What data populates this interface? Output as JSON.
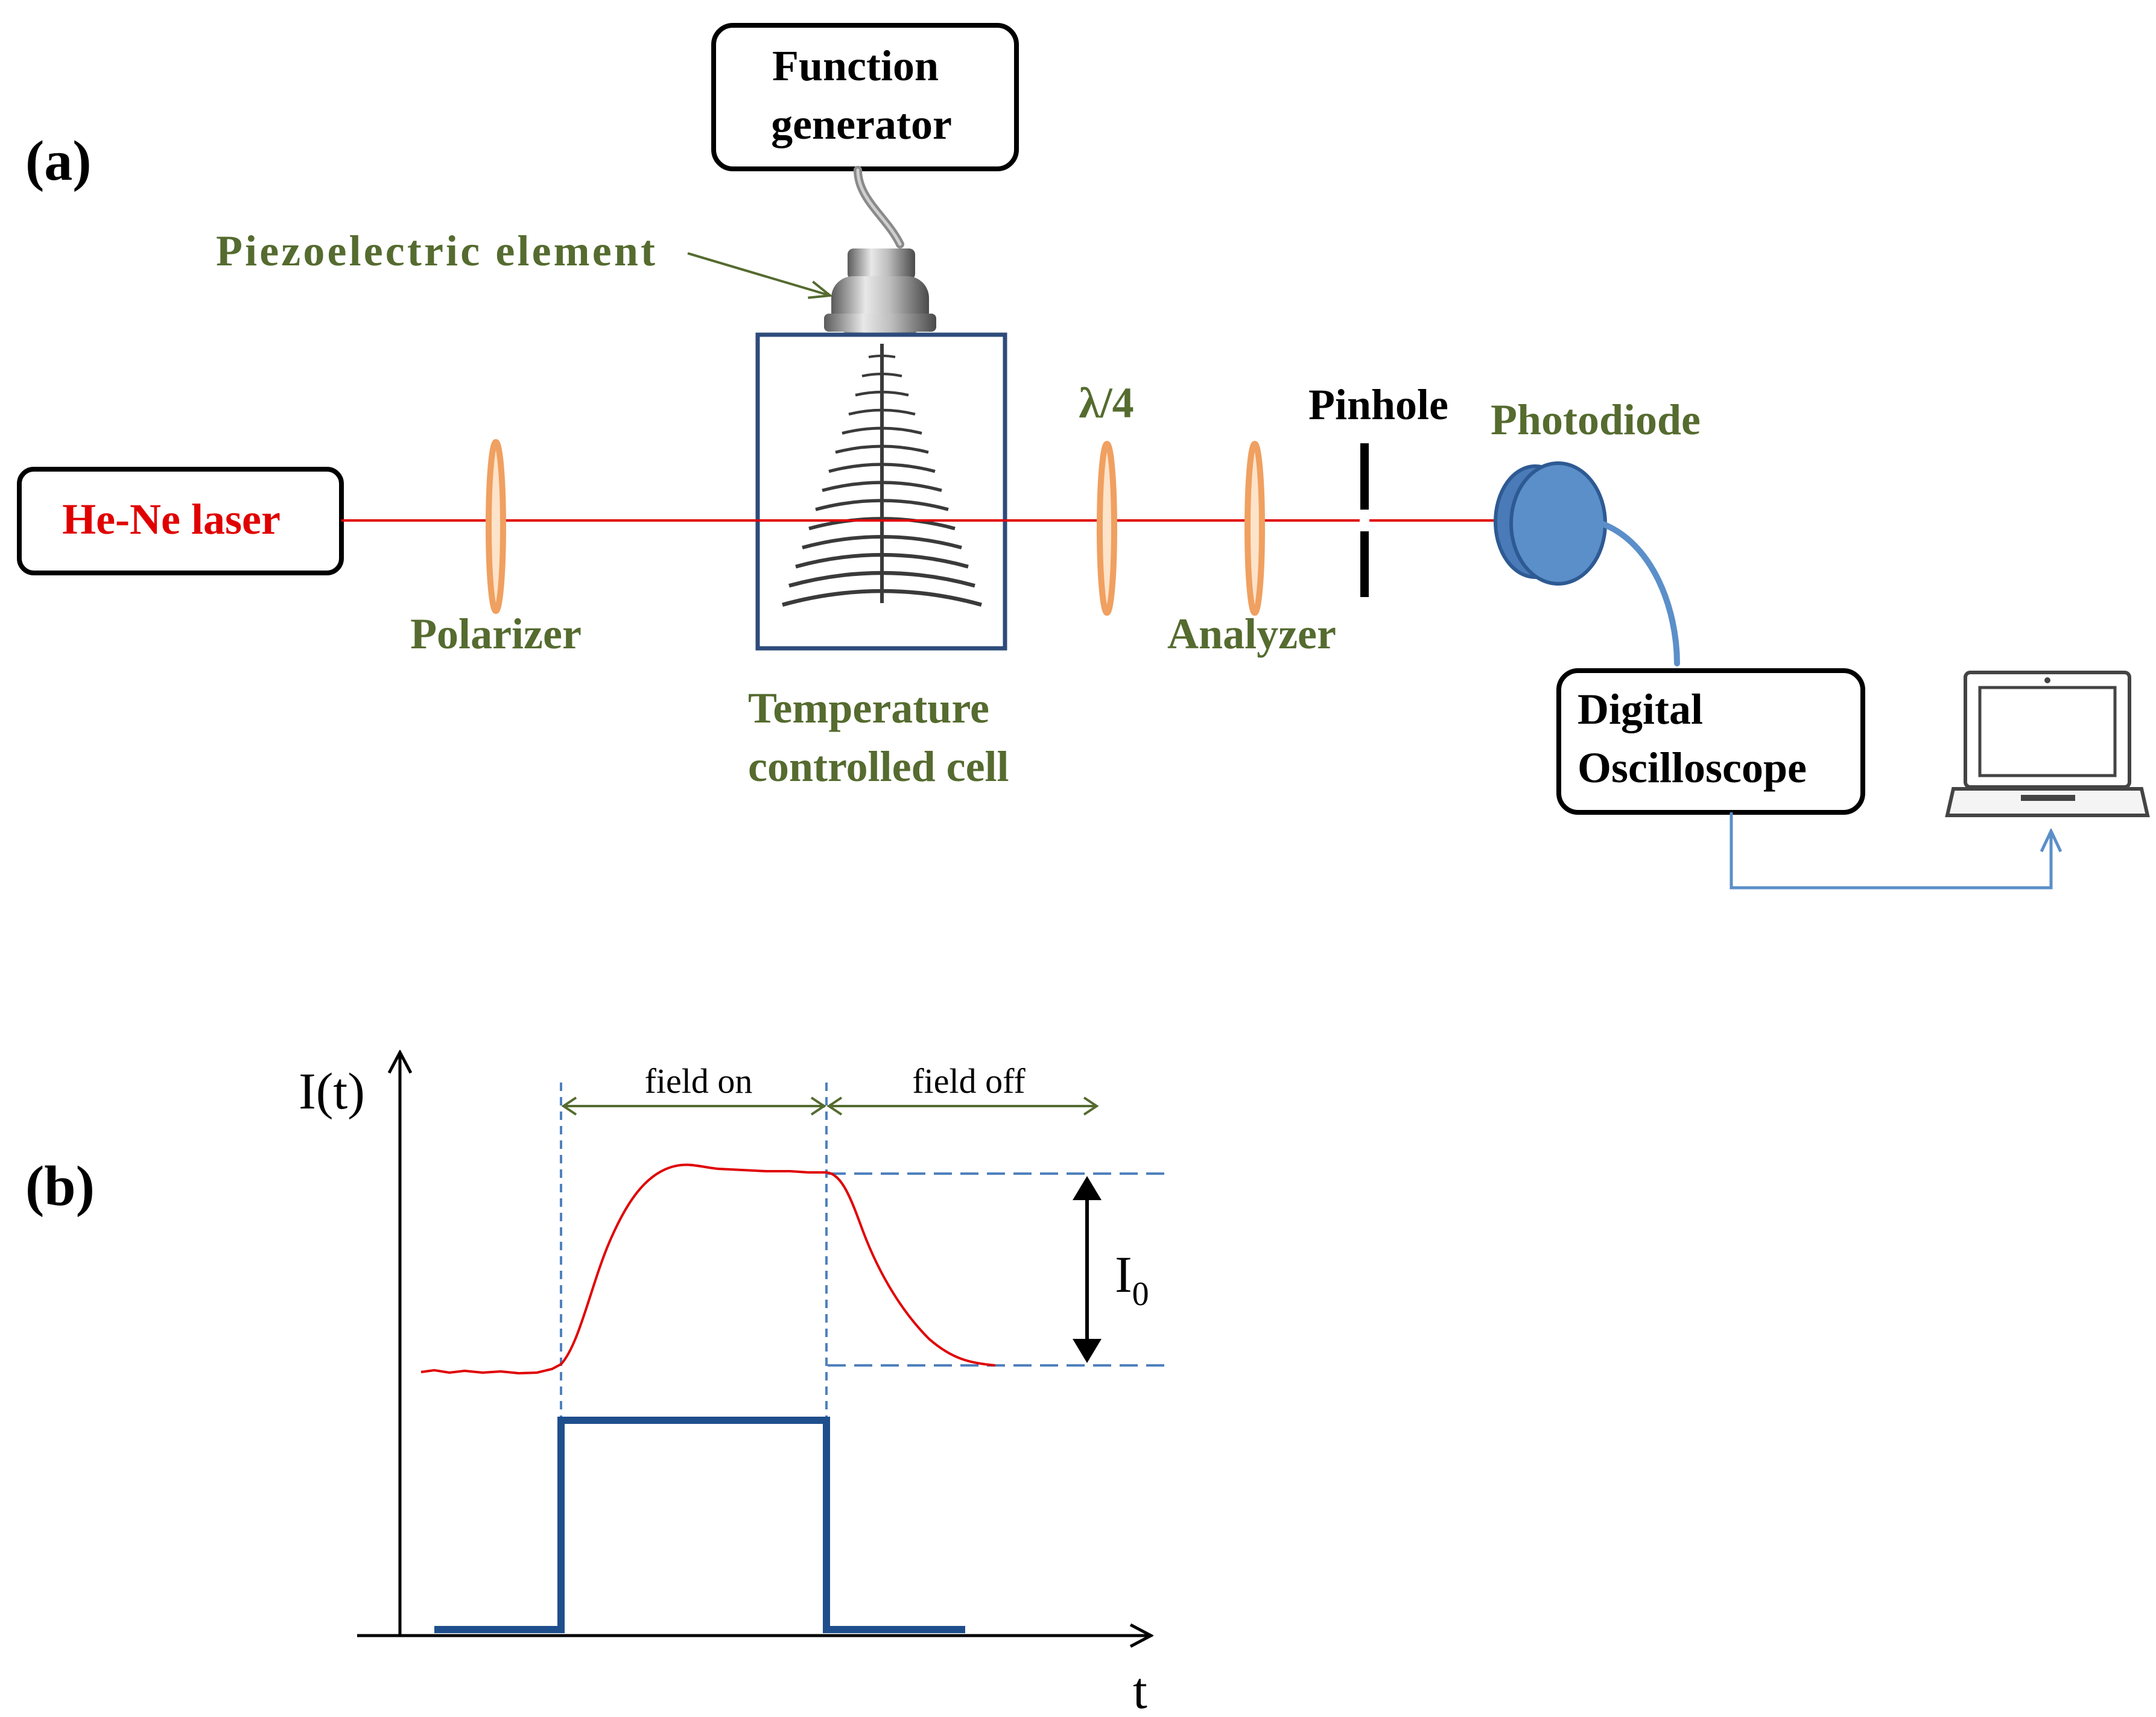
{
  "panel_a": {
    "label": "(a)",
    "function_generator": {
      "line1": "Function",
      "line2": "generator"
    },
    "piezo_label": "Piezoelectric element",
    "laser_label": "He-Ne laser",
    "polarizer_label": "Polarizer",
    "cell_label": {
      "line1": "Temperature",
      "line2": "controlled cell"
    },
    "quarter_wave_label": "λ/4",
    "analyzer_label": "Analyzer",
    "pinhole_label": "Pinhole",
    "photodiode_label": "Photodiode",
    "oscilloscope": {
      "line1": "Digital",
      "line2": "Oscilloscope"
    },
    "computer_icon": "laptop-icon"
  },
  "panel_b": {
    "label": "(b)",
    "y_axis_label": "I(t)",
    "x_axis_label": "t",
    "field_on_label": "field on",
    "field_off_label": "field off",
    "amplitude_label": "I",
    "amplitude_subscript": "0"
  },
  "colors": {
    "laser_beam": "#e00000",
    "lens": "#f0a060",
    "component_label": "#556b2f",
    "cell_border": "#2e4b7a",
    "photodiode": "#4f81bd",
    "cable": "#5b8fc9",
    "pulse": "#1f4e8c",
    "dashed": "#4f81bd",
    "signal": "#e00000"
  }
}
